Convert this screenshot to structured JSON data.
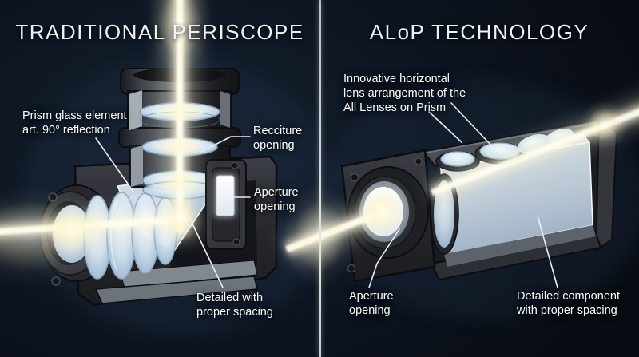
{
  "colors": {
    "background": "#0d1420",
    "divider": "#c6cbd2",
    "text": "#ffffff",
    "beam": "#fdf6d2",
    "glass": "#cadeee",
    "housing": "#2b2e34"
  },
  "left_panel": {
    "title": "TRADITIONAL PERISCOPE",
    "labels": {
      "prism": "Prism glass element\nart. 90° reflection",
      "recciture": "Recciture\nopening",
      "aperture": "Aperture\nopening",
      "detail": "Detailed with\nproper spacing"
    }
  },
  "right_panel": {
    "title": "ALoP TECHNOLOGY",
    "labels": {
      "lens_arrangement": "Innovative horizontal\nlens arrangement of the\nAll Lenses on Prism",
      "aperture": "Aperture\nopening",
      "detail": "Detailed component\nwith proper spacing"
    }
  }
}
